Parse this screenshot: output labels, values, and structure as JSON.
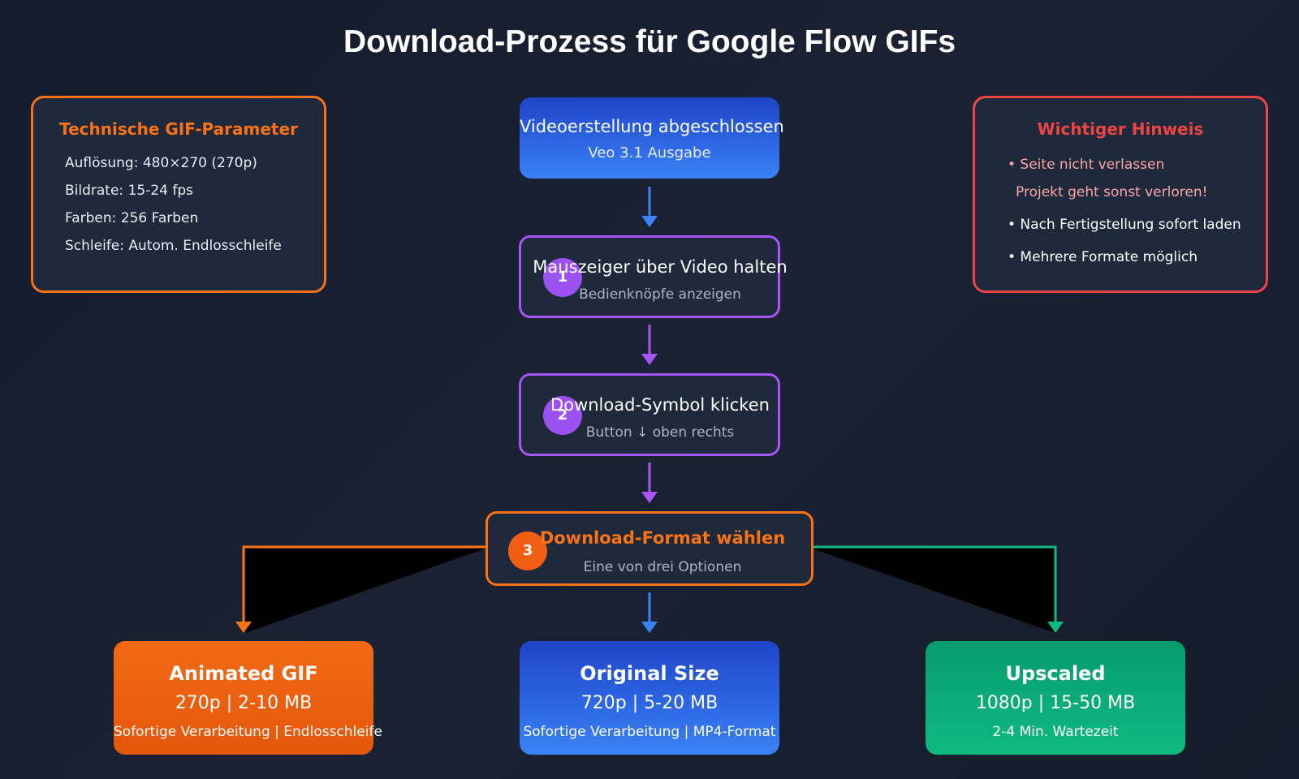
{
  "title": "Download-Prozess für Google Flow GIFs",
  "colors": {
    "orange": "#f97316",
    "purple": "#a855f7",
    "blue": "#3b82f6",
    "green": "#10b981",
    "red": "#ef4444"
  },
  "tech_params": {
    "heading": "Technische GIF-Parameter",
    "rows": [
      "Auflösung: 480×270 (270p)",
      "Bildrate: 15-24 fps",
      "Farben: 256 Farben",
      "Schleife: Autom. Endlosschleife"
    ]
  },
  "notice": {
    "heading": "Wichtiger Hinweis",
    "item1": "• Seite nicht verlassen",
    "item1_sub": "Projekt geht sonst verloren!",
    "item2": "• Nach Fertigstellung sofort laden",
    "item3": "• Mehrere Formate möglich"
  },
  "start": {
    "title": "Videoerstellung abgeschlossen",
    "subtitle": "Veo 3.1 Ausgabe"
  },
  "steps": [
    {
      "number": "1",
      "title": "Mauszeiger über Video halten",
      "subtitle": "Bedienknöpfe anzeigen"
    },
    {
      "number": "2",
      "title": "Download-Symbol klicken",
      "subtitle": "Button ↓ oben rechts"
    },
    {
      "number": "3",
      "title": "Download-Format wählen",
      "subtitle": "Eine von drei Optionen"
    }
  ],
  "outcomes": [
    {
      "title": "Animated GIF",
      "meta": "270p | 2-10 MB",
      "footer": "Sofortige Verarbeitung | Endlosschleife"
    },
    {
      "title": "Original Size",
      "meta": "720p | 5-20 MB",
      "footer": "Sofortige Verarbeitung | MP4-Format"
    },
    {
      "title": "Upscaled",
      "meta": "1080p | 15-50 MB",
      "footer": "2-4 Min. Wartezeit"
    }
  ]
}
